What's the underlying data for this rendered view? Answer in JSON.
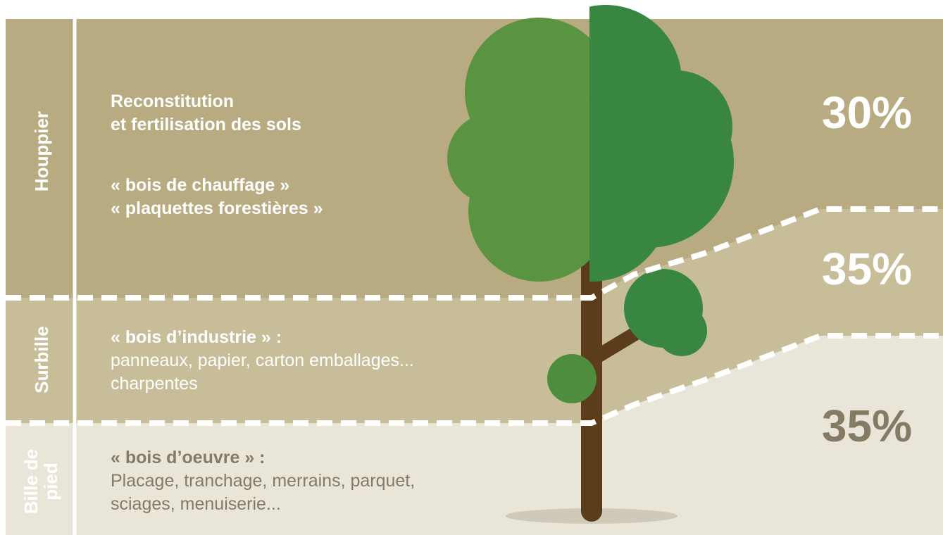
{
  "colors": {
    "houppier_bg": "#b8ab82",
    "surbille_bg": "#c8bd99",
    "bille_bg": "#e9e5d9",
    "white_text": "#ffffff",
    "dark_text": "#857b64",
    "trunk": "#5b3c1b",
    "canopy_light": "#5a9441",
    "canopy_dark": "#388640",
    "shadow": "#cfc9ba"
  },
  "sections": {
    "houppier": {
      "label": "Houppier",
      "line1": "Reconstitution",
      "line2": "et fertilisation des sols",
      "line3": "« bois de chauffage »",
      "line4": "« plaquettes forestières »",
      "percent": "30%"
    },
    "surbille": {
      "label": "Surbille",
      "title": "« bois d’industrie » :",
      "line1": "panneaux, papier, carton emballages...",
      "line2": "charpentes",
      "percent": "35%"
    },
    "bille": {
      "label_line1": "Bille de",
      "label_line2": "pied",
      "title": "« bois d’oeuvre » :",
      "line1": "Placage, tranchage, merrains, parquet,",
      "line2": "sciages, menuiserie...",
      "percent": "35%"
    }
  }
}
